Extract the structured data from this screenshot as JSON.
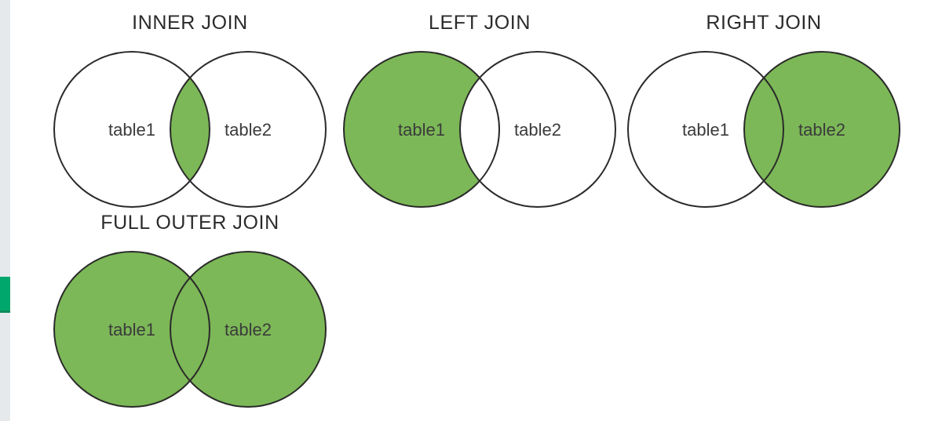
{
  "page": {
    "background_color": "#ffffff"
  },
  "scrollbar": {
    "track_color": "#e6e9ec",
    "thumb_color": "#00a76d",
    "thumb_edge_color": "#0c8a5a"
  },
  "venn_style": {
    "highlight_color": "#7cb857",
    "circle_fill_color": "#ffffff",
    "outline_color": "#2a2a2a",
    "title_color": "#2b2b2b",
    "label_color": "#3b3b3b"
  },
  "diagrams": [
    {
      "title": "INNER JOIN",
      "left_label": "table1",
      "right_label": "table2",
      "highlighted_region": "intersection"
    },
    {
      "title": "LEFT JOIN",
      "left_label": "table1",
      "right_label": "table2",
      "highlighted_region": "left"
    },
    {
      "title": "RIGHT JOIN",
      "left_label": "table1",
      "right_label": "table2",
      "highlighted_region": "right"
    },
    {
      "title": "FULL OUTER JOIN",
      "left_label": "table1",
      "right_label": "table2",
      "highlighted_region": "both"
    }
  ]
}
